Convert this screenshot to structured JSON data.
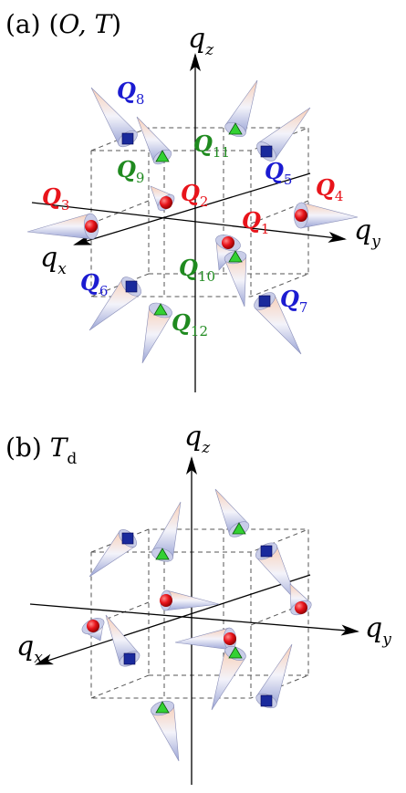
{
  "colors": {
    "red": "#e8141b",
    "blue": "#1b1bd1",
    "green": "#1f8a1f",
    "cube": "#1a2a9c",
    "cone": "#f7c8b0"
  },
  "panel_a": {
    "label_prefix": "(a) (",
    "label_group": "O, T",
    "label_suffix": ")",
    "axis_z": {
      "base": "q",
      "sub": "z"
    },
    "axis_y": {
      "base": "q",
      "sub": "y"
    },
    "axis_x": {
      "base": "q",
      "sub": "x"
    },
    "vectors": {
      "Q1": {
        "base": "Q",
        "sub": "1"
      },
      "Q2": {
        "base": "Q",
        "sub": "2"
      },
      "Q3": {
        "base": "Q",
        "sub": "3"
      },
      "Q4": {
        "base": "Q",
        "sub": "4"
      },
      "Q5": {
        "base": "Q",
        "sub": "5"
      },
      "Q6": {
        "base": "Q",
        "sub": "6"
      },
      "Q7": {
        "base": "Q",
        "sub": "7"
      },
      "Q8": {
        "base": "Q",
        "sub": "8"
      },
      "Q9": {
        "base": "Q",
        "sub": "9"
      },
      "Q10": {
        "base": "Q",
        "sub": "10"
      },
      "Q11": {
        "base": "Q",
        "sub": "11"
      },
      "Q12": {
        "base": "Q",
        "sub": "12"
      }
    }
  },
  "panel_b": {
    "label_prefix": "(b) ",
    "label_group": "T",
    "label_sub": "d",
    "axis_z": {
      "base": "q",
      "sub": "z"
    },
    "axis_y": {
      "base": "q",
      "sub": "y"
    },
    "axis_x": {
      "base": "q",
      "sub": "x"
    }
  }
}
